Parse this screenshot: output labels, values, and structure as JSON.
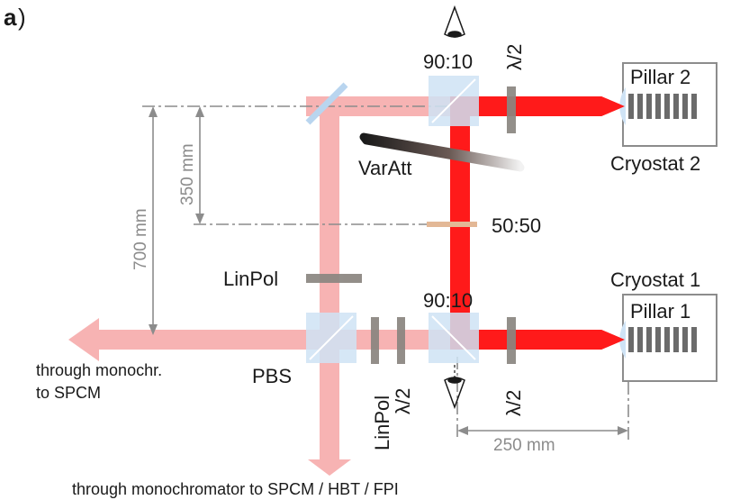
{
  "panel_label": "a)",
  "labels": {
    "bs_top": "90:10",
    "bs_bottom": "90:10",
    "halfwave_top": "λ/2",
    "halfwave_bottom": "λ/2",
    "halfwave_detect": "λ/2",
    "linpol_mid": "LinPol",
    "linpol_detect": "LinPol",
    "varatt": "VarAtt",
    "bs_5050": "50:50",
    "pbs": "PBS",
    "pillar_2": "Pillar 2",
    "cryostat_2": "Cryostat 2",
    "pillar_1": "Pillar 1",
    "cryostat_1": "Cryostat 1",
    "out_left_line1": "through monochr.",
    "out_left_line2": "to SPCM",
    "out_bottom": "through monochromator to SPCM / HBT / FPI"
  },
  "dimensions": {
    "d700": "700 mm",
    "d350": "350 mm",
    "d250": "250 mm"
  },
  "colors": {
    "laser": "#ff1a1a",
    "signal": "#f7b3b3",
    "beamsplitter": "#cfe3f5",
    "optic_gray": "#8a8580",
    "dimension_gray": "#8c8c8c",
    "bs5050": "#e3b896"
  }
}
